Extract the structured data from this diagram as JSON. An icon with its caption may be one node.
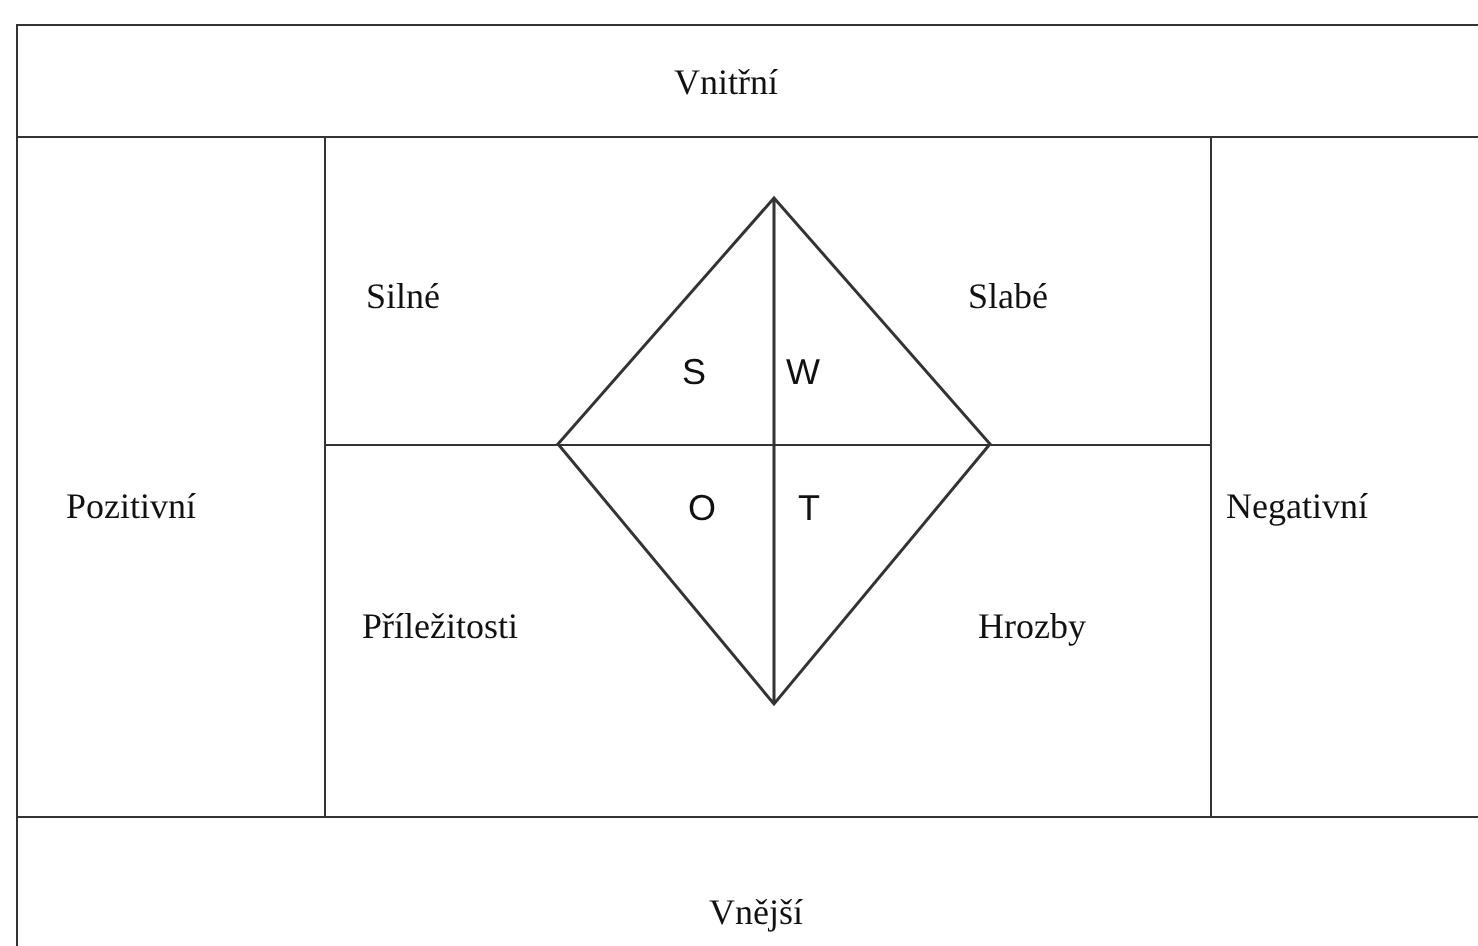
{
  "diagram": {
    "nodes": [
      {
        "text": [
          "Vnitřní"
        ]
      },
      {
        "text": [
          "Pozitivní"
        ]
      },
      {
        "text": [
          "Silné",
          "Slabé"
        ]
      },
      {
        "text": [
          "Příležitosti",
          "Hrozby"
        ]
      },
      {
        "text": [
          "Negativní"
        ]
      },
      {
        "text": [
          "Vnější"
        ]
      },
      {
        "text": [
          "S",
          "W",
          "O",
          "T"
        ]
      }
    ],
    "edges": []
  }
}
